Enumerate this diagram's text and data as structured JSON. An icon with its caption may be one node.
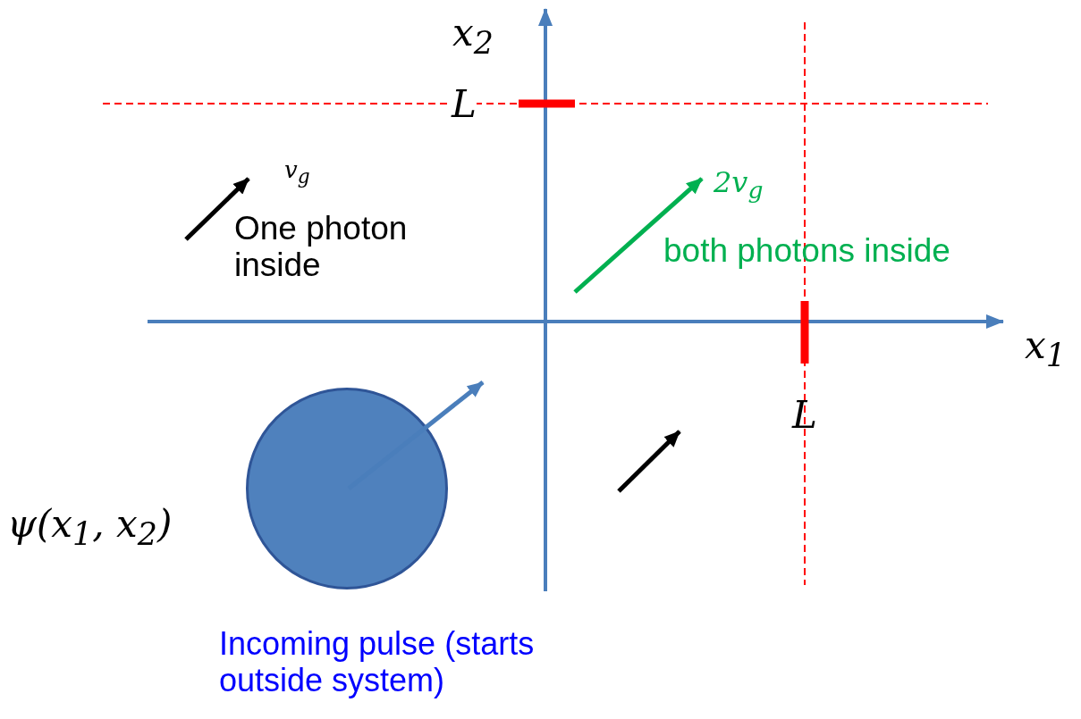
{
  "diagram": {
    "nodes": [
      {
        "text": [],
        "shape": "circle",
        "beside": [
          "ψ(x$_{1}$, x$_{2}$)",
          "Incoming pulse (starts outside system)"
        ]
      }
    ],
    "labels": [
      "x$_{2}$",
      "L",
      "v$_{g}$",
      "One photon inside",
      "2v$_{g}$",
      "both photons inside",
      "x$_{1}$",
      "L"
    ]
  }
}
